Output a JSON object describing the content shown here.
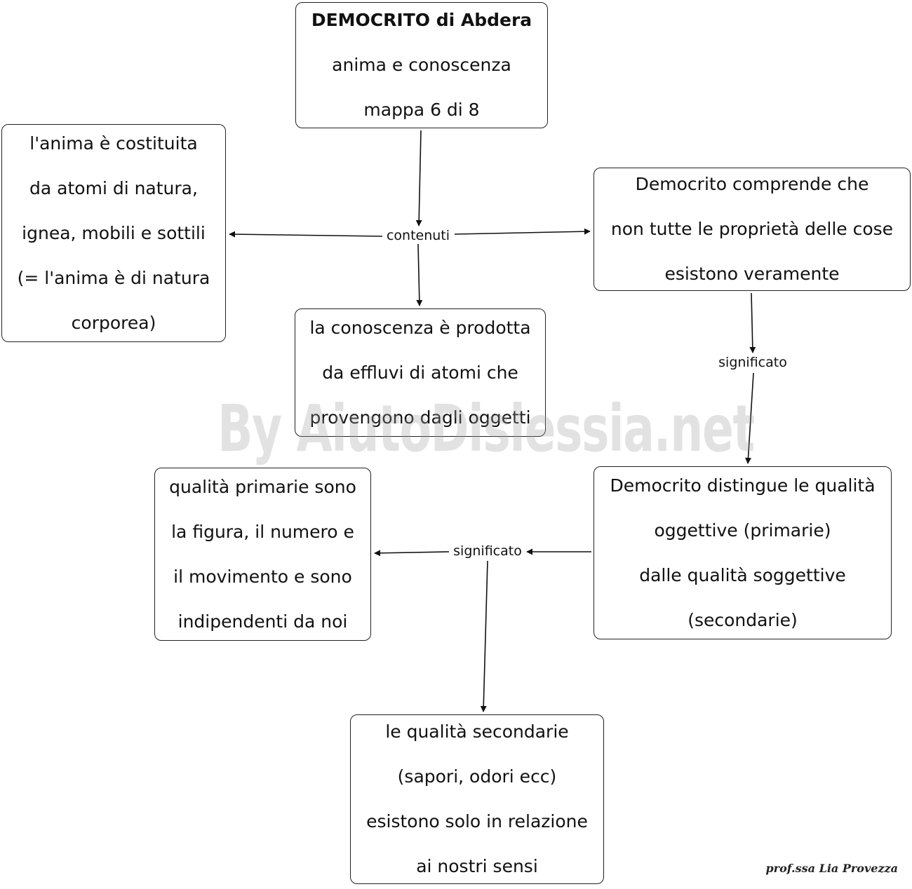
{
  "nodes": {
    "title": {
      "heading": "DEMOCRITO di Abdera",
      "lines": [
        "anima e conoscenza",
        "mappa 6 di 8"
      ]
    },
    "anima": {
      "lines": [
        "l'anima è costituita",
        "da atomi di natura,",
        "ignea, mobili e sottili",
        "(= l'anima è di natura",
        "corporea)"
      ]
    },
    "comprende": {
      "lines": [
        "Democrito comprende che",
        "non tutte le proprietà delle cose",
        "esistono veramente"
      ]
    },
    "conoscenza": {
      "lines": [
        "la conoscenza è prodotta",
        "da effluvi di atomi che",
        "provengono dagli oggetti"
      ]
    },
    "distingue": {
      "lines": [
        "Democrito distingue le qualità",
        "oggettive (primarie)",
        "dalle qualità soggettive",
        "(secondarie)"
      ]
    },
    "primarie": {
      "lines": [
        "qualità primarie sono",
        "la figura, il numero e",
        "il movimento e sono",
        "indipendenti da noi"
      ]
    },
    "secondarie": {
      "lines": [
        "le qualità secondarie",
        "(sapori, odori ecc)",
        "esistono solo in relazione",
        "ai nostri sensi"
      ]
    }
  },
  "edge_labels": {
    "contenuti": "contenuti",
    "significato_right": "significato",
    "significato_bottom": "significato"
  },
  "watermark": "By AiutoDislessia.net",
  "signature": "prof.ssa Lia Provezza",
  "colors": {
    "stroke": "#222222",
    "background": "#ffffff",
    "watermark": "#a0a0a0"
  }
}
